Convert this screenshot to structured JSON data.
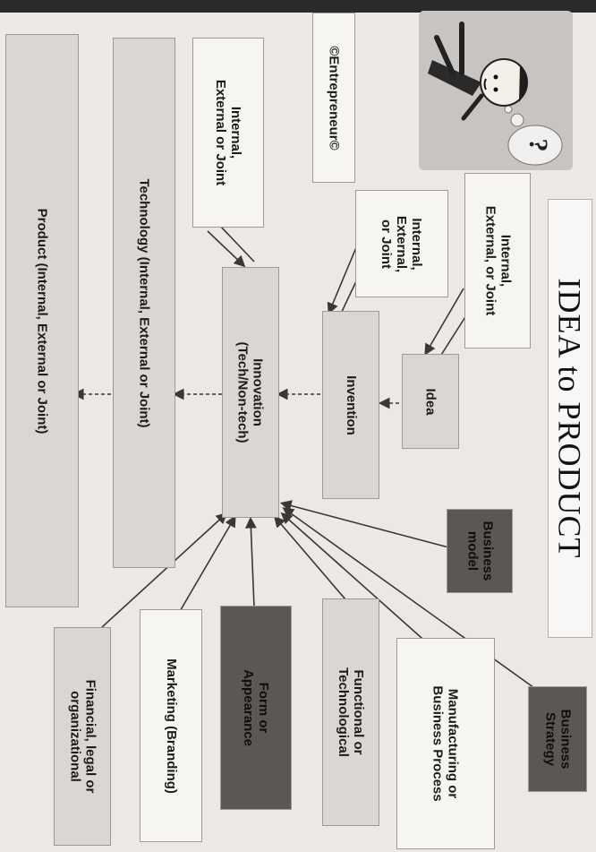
{
  "diagram": {
    "title": "IDEA to PRODUCT",
    "nodes": {
      "entrepreneur": "©Entrepreneur©",
      "ieoj_top": "Internal,\nExternal or Joint",
      "ieoj_mid_right": "Internal,\nExternal, or Joint",
      "ieoj_mid": "Internal,\nExternal,\nor Joint",
      "idea": "Idea",
      "invention": "Invention",
      "innovation": "Innovation\n(Tech/Non-tech)",
      "technology": "Technology (Internal, External or Joint)",
      "product": "Product (Internal, External or Joint)",
      "business_model": "Business\nmodel",
      "business_strategy": "Business\nStrategy",
      "manufacturing": "Manufacturing or\nBusiness Process",
      "functional": "Functional or\nTechnological",
      "form": "Form or\nAppearance",
      "marketing": "Marketing (Branding)",
      "financial": "Financial, legal or\norganizational"
    },
    "illustration": {
      "icon": "thinking-person-icon",
      "glyph": "?"
    }
  },
  "colors": {
    "page": "#ece8e4",
    "light_box": "#f7f5f2",
    "shaded_box": "#dad6d2",
    "dark_box": "#5a5754",
    "line": "#3a3836"
  }
}
